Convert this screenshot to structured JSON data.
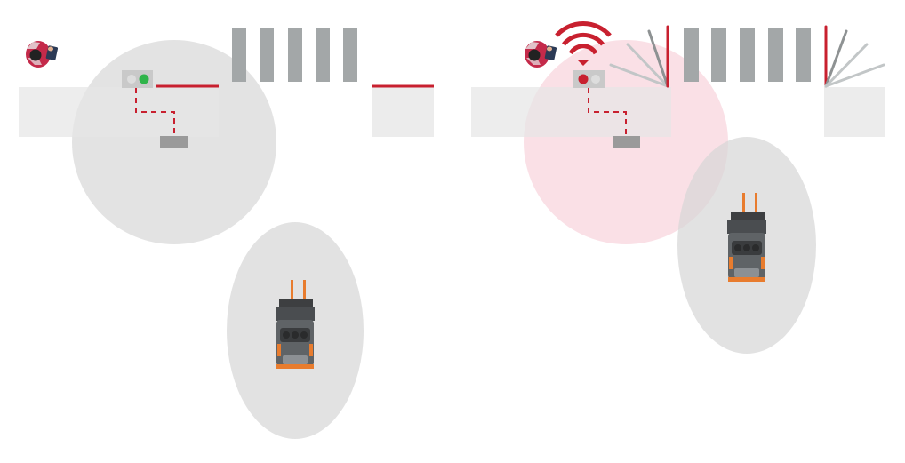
{
  "colors": {
    "gate_closed": "#c8202f",
    "signal_go": "#2fb44a",
    "signal_stop": "#c8202f",
    "signal_idle": "#d9d9d9",
    "zone_idle": "#dadada",
    "zone_alert": "#f8d6de",
    "detection_zone": "#d6d6d6",
    "barrier_bar": "#a3a7a8",
    "barrier_fan": "#c2c6c7",
    "agv_body": "#5f6366",
    "agv_accent": "#e87c2e",
    "worker_shirt": "#c42a4a"
  },
  "scenes": [
    {
      "state": "clear",
      "signal_lights": [
        "idle",
        "go"
      ],
      "wireless_alert": false,
      "gate": "closed"
    },
    {
      "state": "agv-approaching",
      "signal_lights": [
        "stop",
        "idle"
      ],
      "wireless_alert": true,
      "gate": "open"
    }
  ]
}
